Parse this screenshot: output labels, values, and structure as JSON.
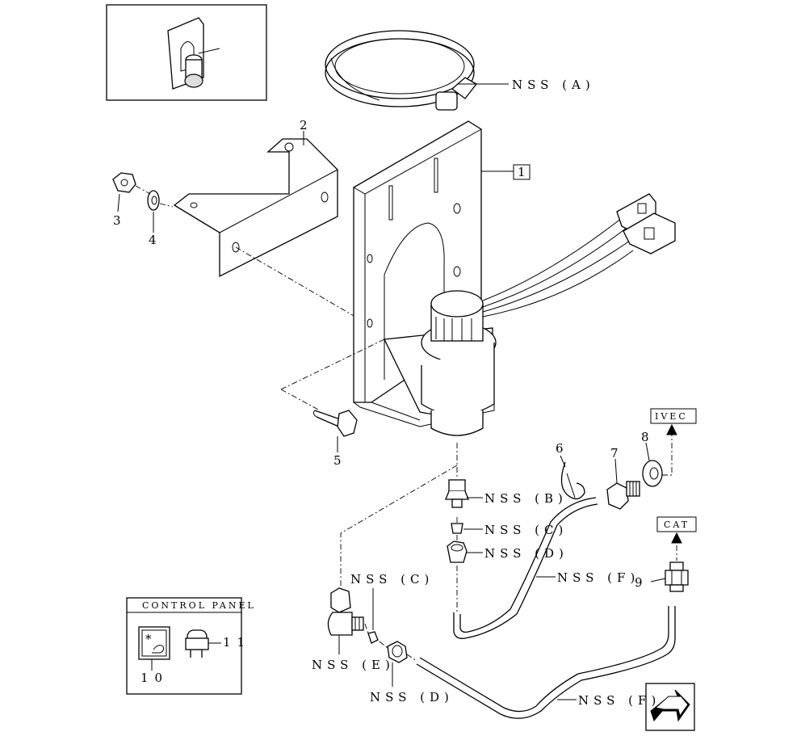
{
  "inset_label": "",
  "control_panel": {
    "title": "CONTROL PANEL"
  },
  "labels": {
    "nss_a": "NSS (A)",
    "nss_b": "NSS (B)",
    "nss_c_upper": "NSS (C)",
    "nss_d_upper": "NSS (D)",
    "nss_c_lower": "NSS (C)",
    "nss_e_left": "NSS (E)",
    "nss_d_lower": "NSS (D)",
    "nss_f_upper": "NSS (F)",
    "nss_f_lower": "NSS (F)"
  },
  "callouts": {
    "p1": "1",
    "p2": "2",
    "p3": "3",
    "p4": "4",
    "p5": "5",
    "p6": "6",
    "p7": "7",
    "p8": "8",
    "p9": "9",
    "p10": "10",
    "p11": "11"
  },
  "tags": {
    "ivec": "IVEC",
    "cat": "CAT"
  },
  "icons": [
    "next-page-arrow-icon",
    "control-switch-icon"
  ]
}
